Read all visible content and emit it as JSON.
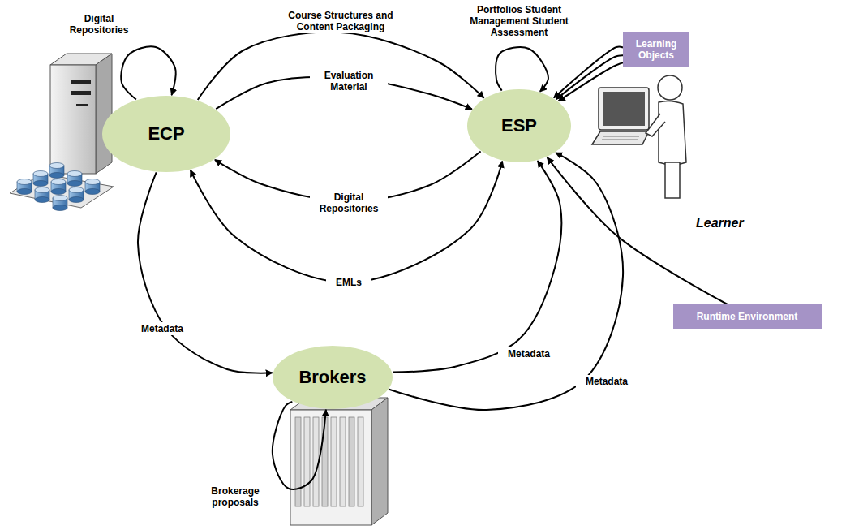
{
  "diagram": {
    "nodes": [
      {
        "text": [
          "ECP"
        ]
      },
      {
        "text": [
          "ESP"
        ]
      },
      {
        "text": [
          "Learning Objects"
        ]
      },
      {
        "text": [
          "Runtime Environment"
        ]
      },
      {
        "text": [
          "Brokers"
        ]
      }
    ],
    "edges": [
      {
        "from": 0,
        "to": 0,
        "label": "Digital Repositories",
        "arrow": "to"
      },
      {
        "from": 0,
        "to": 1,
        "label": "Course Structures and Content Packaging",
        "arrow": "to"
      },
      {
        "from": 0,
        "to": 1,
        "label": "Evaluation Material",
        "arrow": "to"
      },
      {
        "from": 1,
        "to": 0,
        "label": "Digital Repositories",
        "arrow": "to"
      },
      {
        "from": 0,
        "to": 1,
        "label": "EMLs",
        "arrow": "both"
      },
      {
        "from": 0,
        "to": 4,
        "label": "Metadata",
        "arrow": "to"
      },
      {
        "from": 4,
        "to": 1,
        "label": "Metadata",
        "arrow": "to"
      },
      {
        "from": 4,
        "to": 1,
        "label": "Metadata",
        "arrow": "to"
      },
      {
        "from": 1,
        "to": 1,
        "label": "Portfolios Student Management Student Assessment",
        "arrow": "to"
      },
      {
        "from": 2,
        "to": 1,
        "arrow": "to"
      },
      {
        "from": 2,
        "to": 1,
        "arrow": "to"
      },
      {
        "from": 2,
        "to": 1,
        "arrow": "to"
      },
      {
        "from": 3,
        "to": 1,
        "arrow": "to"
      },
      {
        "from": 4,
        "to": 4,
        "label": "Brokerage proposals",
        "arrow": "to"
      }
    ],
    "labels": [
      "Learner"
    ]
  }
}
